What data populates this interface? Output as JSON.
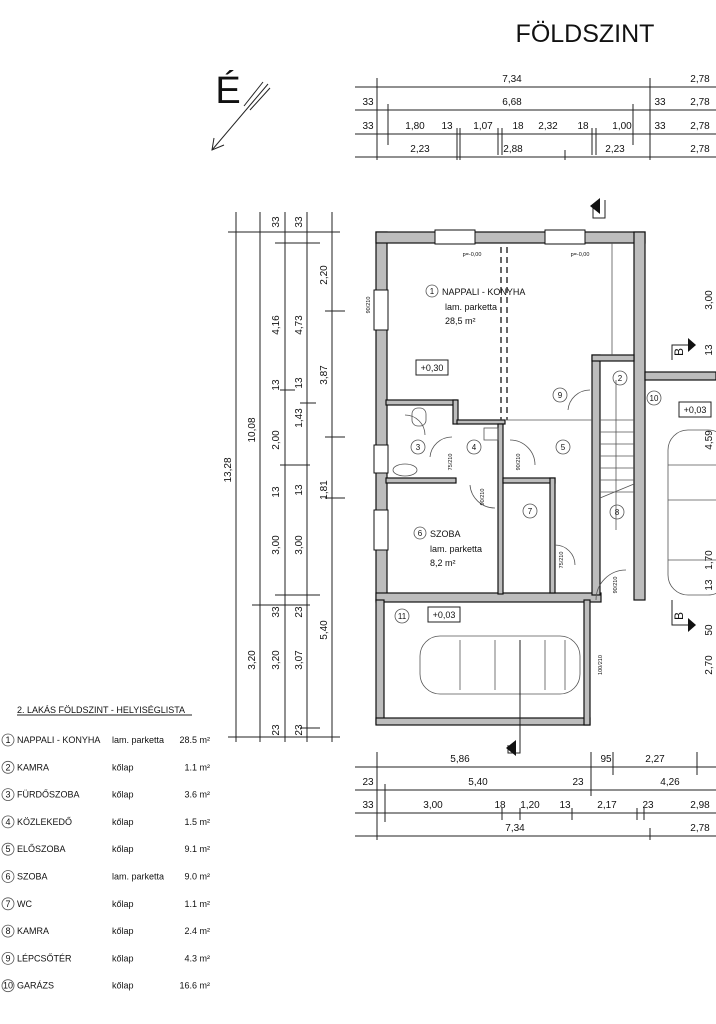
{
  "title": "FÖLDSZINT",
  "north_label": "É",
  "dimensions": {
    "top": [
      [
        "7,34",
        "2,78"
      ],
      [
        "33",
        "6,68",
        "33",
        "2,78"
      ],
      [
        "33",
        "1,80",
        "13",
        "1,07",
        "18",
        "2,32",
        "18",
        "1,00",
        "33",
        "2,78"
      ],
      [
        "2,23",
        "2,88",
        "2,23",
        "2,78"
      ]
    ],
    "bottom": [
      [
        "5,86",
        "95",
        "2,27"
      ],
      [
        "23",
        "5,40",
        "23",
        "4,26"
      ],
      [
        "33",
        "3,00",
        "18",
        "1,20",
        "13",
        "2,17",
        "23",
        "2,98"
      ],
      [
        "7,34",
        "2,78"
      ]
    ],
    "left": [
      [
        "13,28"
      ],
      [
        "10,08",
        "3,20"
      ],
      [
        "33",
        "4,16",
        "13",
        "2,00",
        "13",
        "3,00",
        "33",
        "3,20",
        "23"
      ],
      [
        "33",
        "4,73",
        "13",
        "1,43",
        "13",
        "3,00",
        "23",
        "3,07",
        "23"
      ],
      [
        "2,20",
        "3,87",
        "1,81",
        "5,40"
      ],
      [
        "3,00",
        "13",
        "4,59",
        "1,70",
        "13",
        "50",
        "2,70"
      ]
    ]
  },
  "plan": {
    "rooms": [
      {
        "num": "1",
        "name": "NAPPALI - KONYHA",
        "floor": "lam. parketta",
        "area": "28,5 m²"
      },
      {
        "num": "6",
        "name": "SZOBA",
        "floor": "lam. parketta",
        "area": "8,2 m²"
      }
    ],
    "room_numbers": [
      "2",
      "3",
      "4",
      "5",
      "7",
      "8",
      "9",
      "10",
      "11"
    ],
    "levels": [
      "+0,30",
      "+0,03",
      "+0,03"
    ],
    "small_labels": [
      "p=-0,00",
      "p=-0,00",
      "90/210",
      "75/210",
      "90/210",
      "90/210",
      "75/210",
      "90/210",
      "100/210"
    ],
    "section_marks": [
      "B",
      "B"
    ]
  },
  "schedule": {
    "heading": "2. LAKÁS FÖLDSZINT - HELYISÉGLISTA",
    "rows": [
      {
        "num": "1",
        "name": "NAPPALI - KONYHA",
        "floor": "lam. parketta",
        "area": "28.5 m²"
      },
      {
        "num": "2",
        "name": "KAMRA",
        "floor": "kőlap",
        "area": "1.1 m²"
      },
      {
        "num": "3",
        "name": "FÜRDŐSZOBA",
        "floor": "kőlap",
        "area": "3.6 m²"
      },
      {
        "num": "4",
        "name": "KÖZLEKEDŐ",
        "floor": "kőlap",
        "area": "1.5 m²"
      },
      {
        "num": "5",
        "name": "ELŐSZOBA",
        "floor": "kőlap",
        "area": "9.1 m²"
      },
      {
        "num": "6",
        "name": "SZOBA",
        "floor": "lam. parketta",
        "area": "9.0 m²"
      },
      {
        "num": "7",
        "name": "WC",
        "floor": "kőlap",
        "area": "1.1 m²"
      },
      {
        "num": "8",
        "name": "KAMRA",
        "floor": "kőlap",
        "area": "2.4 m²"
      },
      {
        "num": "9",
        "name": "LÉPCSŐTÉR",
        "floor": "kőlap",
        "area": "4.3 m²"
      },
      {
        "num": "10",
        "name": "GARÁZS",
        "floor": "kőlap",
        "area": "16.6 m²"
      }
    ]
  }
}
